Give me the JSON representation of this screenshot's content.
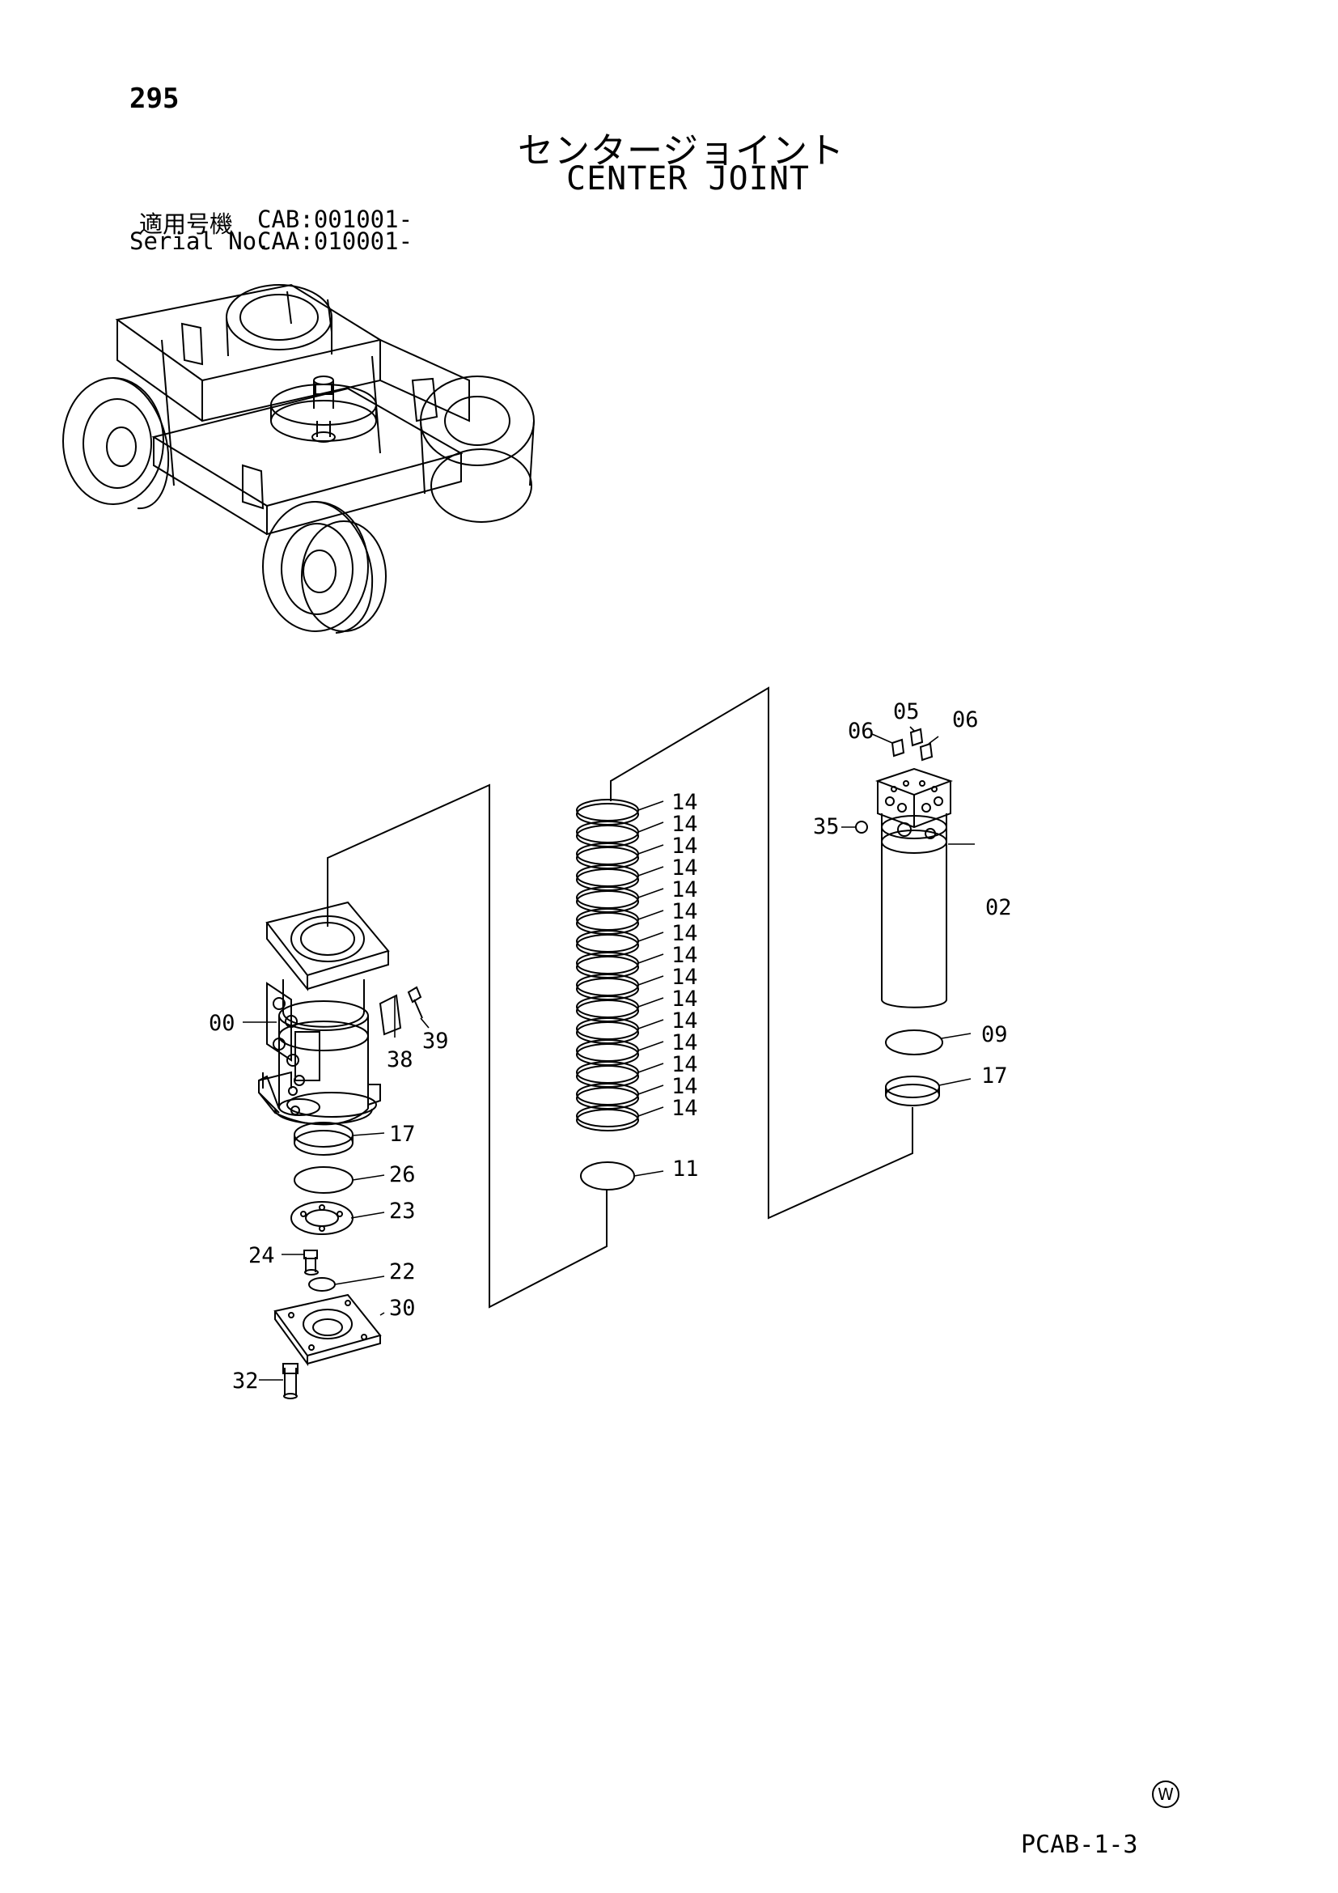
{
  "page_number": "295",
  "title_jp": "センタージョイント",
  "title_en": "CENTER JOINT",
  "serial": {
    "label_1": "適用号機",
    "value_1": "CAB:001001-",
    "label_2": "Serial No.",
    "value_2": "CAA:010001-"
  },
  "callouts": {
    "c00": "00",
    "c02": "02",
    "c05": "05",
    "c06a": "06",
    "c06b": "06",
    "c09": "09",
    "c11": "11",
    "c14": "14",
    "c17a": "17",
    "c17b": "17",
    "c22": "22",
    "c23": "23",
    "c24": "24",
    "c26": "26",
    "c30": "30",
    "c32": "32",
    "c35": "35",
    "c38": "38",
    "c39": "39"
  },
  "watermark": "W",
  "doc_code": "PCAB-1-3"
}
